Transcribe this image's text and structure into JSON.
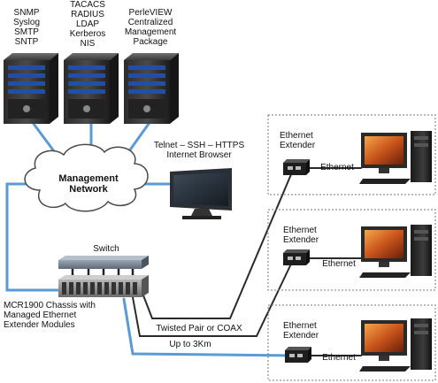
{
  "servers": [
    {
      "label": "SNMP\nSyslog\nSMTP\nSNTP",
      "icon": "server-icon"
    },
    {
      "label": "TACACS\nRADIUS\nLDAP\nKerberos\nNIS",
      "icon": "server-icon"
    },
    {
      "label": "PerleVIEW\nCentralized\nManagement\nPackage",
      "icon": "server-icon"
    }
  ],
  "cloud": {
    "label": "Management\nNetwork",
    "icon": "cloud-icon"
  },
  "monitor": {
    "label": "Telnet – SSH – HTTPS\nInternet Browser",
    "icon": "monitor-icon"
  },
  "switch": {
    "label": "Switch",
    "icon": "switch-icon"
  },
  "chassis": {
    "label": "MCR1900 Chassis with\nManaged Ethernet\nExtender Modules",
    "icon": "chassis-icon"
  },
  "links": {
    "twisted_pair": "Twisted Pair or COAX",
    "distance": "Up to 3Km"
  },
  "sites": [
    {
      "extender_label": "Ethernet\nExtender",
      "link_label": "Ethernet"
    },
    {
      "extender_label": "Ethernet\nExtender",
      "link_label": "Ethernet"
    },
    {
      "extender_label": "Ethernet\nExtender",
      "link_label": "Ethernet"
    }
  ],
  "colors": {
    "link_blue": "#5b9bd5",
    "dark_link": "#2a2a2a",
    "cloud_fill": "#ffffff",
    "site_border": "#777777"
  }
}
